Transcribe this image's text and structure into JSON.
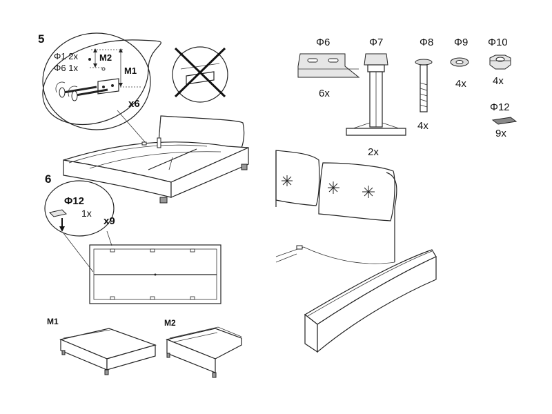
{
  "steps": {
    "step5": {
      "number": "5",
      "callout": {
        "line1": "Φ1 2x",
        "line2": "Φ6 1x",
        "m2": "M2",
        "m1": "M1"
      },
      "multiplier": "x6"
    },
    "step6": {
      "number": "6",
      "callout": {
        "part": "Φ12",
        "qty": "1x"
      },
      "multiplier": "x9"
    }
  },
  "mode_labels": {
    "m1": "M1",
    "m2": "M2"
  },
  "parts": [
    {
      "id": "Φ6",
      "qty": "6x"
    },
    {
      "id": "Φ7",
      "qty": "2x"
    },
    {
      "id": "Φ8",
      "qty": "4x"
    },
    {
      "id": "Φ9",
      "qty": "4x"
    },
    {
      "id": "Φ10",
      "qty": "4x"
    },
    {
      "id": "Φ12",
      "qty": "9x"
    }
  ]
}
